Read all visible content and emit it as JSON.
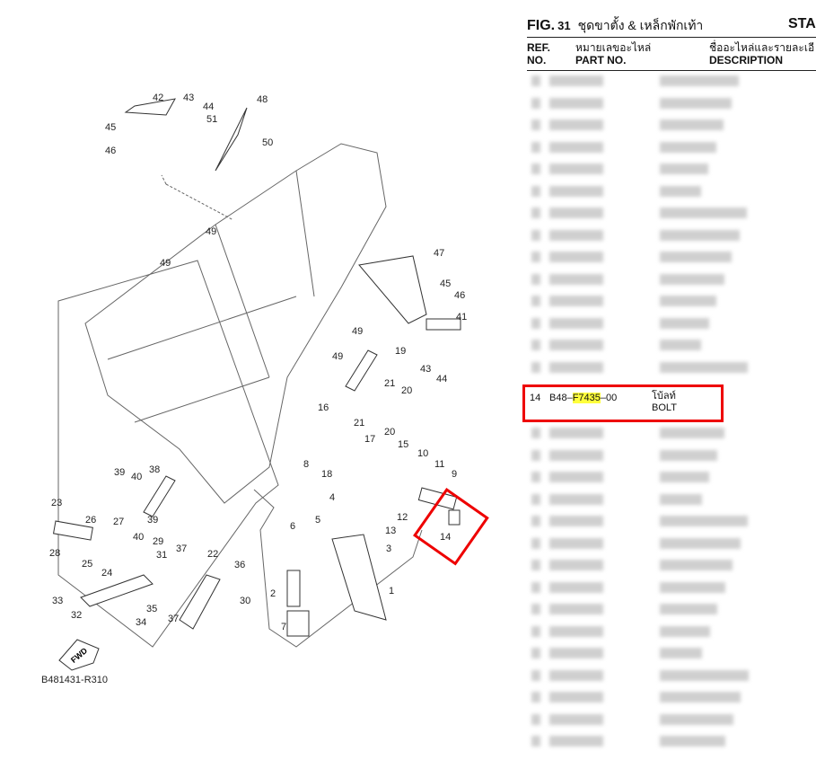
{
  "diagram": {
    "code": "B481431-R310",
    "fwd_label": "FWD",
    "callouts": [
      "42",
      "43",
      "44",
      "48",
      "45",
      "51",
      "46",
      "50",
      "49",
      "49",
      "47",
      "45",
      "46",
      "41",
      "49",
      "49",
      "19",
      "21",
      "43",
      "44",
      "20",
      "16",
      "21",
      "17",
      "20",
      "15",
      "8",
      "18",
      "10",
      "11",
      "9",
      "39",
      "40",
      "38",
      "23",
      "26",
      "27",
      "39",
      "29",
      "40",
      "28",
      "25",
      "24",
      "31",
      "37",
      "22",
      "36",
      "33",
      "32",
      "35",
      "34",
      "37",
      "30",
      "4",
      "5",
      "6",
      "3",
      "12",
      "13",
      "2",
      "1",
      "7",
      "14"
    ]
  },
  "parts_list": {
    "fig_label": "FIG.",
    "fig_number": "31",
    "title_th": "ชุดขาตั้ง & เหล็กพักเท้า",
    "title_en": "STAI",
    "columns": {
      "ref_line1": "REF.",
      "ref_line2": "NO.",
      "part_th": "หมายเลขอะไหล่",
      "part_en": "PART NO.",
      "desc_th": "ชื่ออะไหล่และรายละเอี",
      "desc_en": "DESCRIPTION"
    },
    "highlighted_row": {
      "ref": "14",
      "part_prefix": "B48–",
      "part_highlight": "F7435",
      "part_suffix": "–00",
      "desc_th": "โบ้ลท์",
      "desc_en": "BOLT"
    },
    "highlight_color": "#e00000"
  }
}
